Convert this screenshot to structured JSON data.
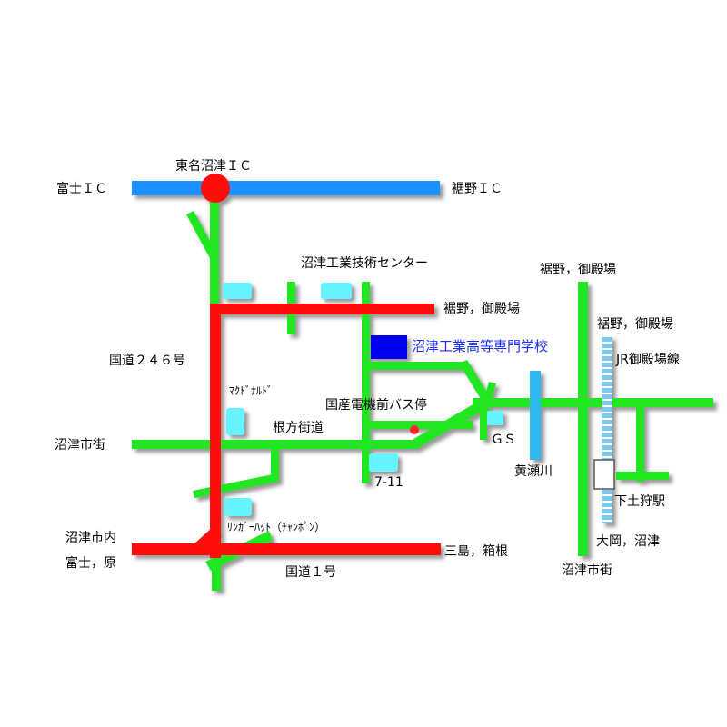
{
  "colors": {
    "expressway": "#1e90ff",
    "national_route": "#ff0a0a",
    "local_road": "#22e622",
    "river": "#2fb8f0",
    "landmark": "#66f2ff",
    "school": "#0000ee",
    "interchange": "#ff1111",
    "bus_stop": "#ff2222"
  },
  "labels": {
    "tomei_numazu_ic": "東名沼津ＩＣ",
    "fuji_ic": "富士ＩＣ",
    "susono_ic": "裾野ＩＣ",
    "tech_center": "沼津工業技術センター",
    "susono_gotemba_1": "裾野，御殿場",
    "susono_gotemba_2": "裾野，御殿場",
    "susono_gotemba_3": "裾野，御殿場",
    "route_246": "国道２４６号",
    "school": "沼津工業高等専門学校",
    "jr_gotemba_line": "JR御殿場線",
    "mcdonalds": "ﾏｸﾄﾞﾅﾙﾄﾞ",
    "bus_stop": "国産電機前バス停",
    "numazu_shigai_left": "沼津市街",
    "nekata_kaido": "根方街道",
    "gs": "ＧＳ",
    "kisegawa": "黄瀬川",
    "seven_eleven": "7-11",
    "shimotogari_station": "下土狩駅",
    "ringer_hut": "ﾘﾝｶﾞｰﾊｯﾄ（ﾁｬﾝﾎﾟﾝ）",
    "ooka_numazu": "大岡，沼津",
    "numazu_shinai": "沼津市内",
    "fuji_hara": "富士，原",
    "mishima_hakone": "三島，箱根",
    "route_1": "国道１号",
    "numazu_shigai_bottom": "沼津市街"
  },
  "icons": {
    "interchange": "red-circle",
    "bus_stop": "red-dot",
    "station": "station-box"
  }
}
